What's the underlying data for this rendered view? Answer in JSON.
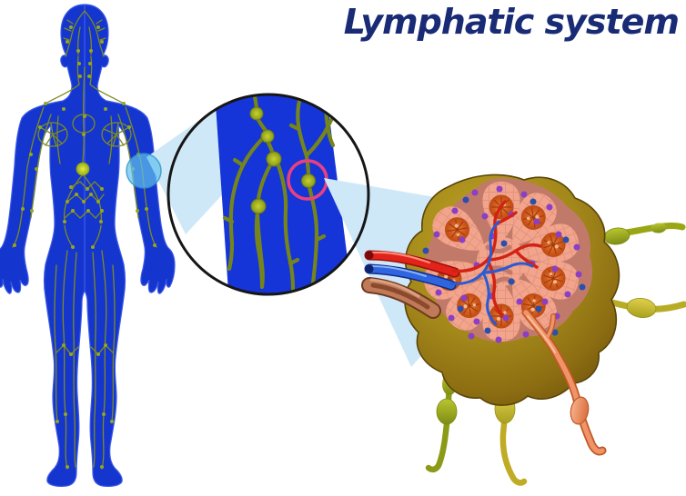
{
  "title": "Lymphatic system",
  "parts": {
    "human_body": "human-silhouette-with-lymphatic-network",
    "magnifier_inset": "magnified-lymph-vessels-with-nodes",
    "lymph_node_section": "lymph-node-cross-section"
  },
  "colors": {
    "background": "#ffffff",
    "title_text": "#1a2b76",
    "body_fill": "#1535cf",
    "body_edge": "#3d5ae6",
    "lymph_vessel": "#7d8c1e",
    "lymph_node_dot": "#97a61c",
    "cisterna_node": "#b9c926",
    "highlight_circle": "#5fc0ec",
    "highlight_rim": "#2f93c8",
    "zoom_cone": "#cfe8f8",
    "inset_band": "#1535d8",
    "inset_vessel": "#76851b",
    "inset_node": "#a5b422",
    "highlight_ring": "#e8417e",
    "inset_border": "#161616",
    "node_capsule": "#a3881a",
    "node_cortex": "#c17a69",
    "node_follicle": "#f2a48c",
    "germinal_center": "#d05a18",
    "artery": "#d32112",
    "vein": "#2a5ad4",
    "hilum_lymph_vessel": "#c07a58",
    "efferent_vessel": "#f09468",
    "afferent_olive": "#99a715",
    "afferent_yellow": "#b8ab25",
    "lymphocyte_purple": "#8a3fc6",
    "lymphocyte_blue": "#2a4fae"
  }
}
